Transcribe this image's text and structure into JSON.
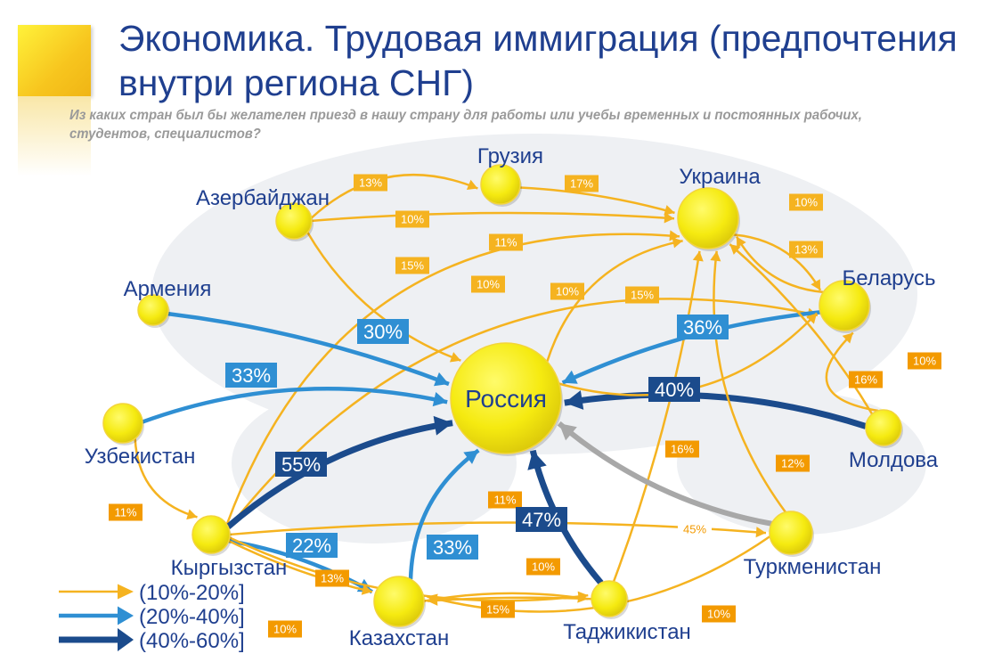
{
  "title": "Экономика. Трудовая иммиграция (предпочтения внутри региона СНГ)",
  "subtitle": "Из каких стран был бы желателен приезд в нашу страну для работы или учебы временных и постоянных рабочих, студентов, специалистов?",
  "colors": {
    "tier1": "#f5b320",
    "tier1_label": "#f39a00",
    "tier2": "#2f8fd3",
    "tier3": "#1b4b8c",
    "gray": "#a8a8a8",
    "text": "#1f3f8f"
  },
  "countries": [
    {
      "id": "georgia",
      "name": "Грузия"
    },
    {
      "id": "ukraine",
      "name": "Украина"
    },
    {
      "id": "azerbaijan",
      "name": "Азербайджан"
    },
    {
      "id": "armenia",
      "name": "Армения"
    },
    {
      "id": "belarus",
      "name": "Беларусь"
    },
    {
      "id": "russia",
      "name": "Россия"
    },
    {
      "id": "uzbekistan",
      "name": "Узбекистан"
    },
    {
      "id": "moldova",
      "name": "Молдова"
    },
    {
      "id": "kyrgyzstan",
      "name": "Кыргызстан"
    },
    {
      "id": "turkmenistan",
      "name": "Туркменистан"
    },
    {
      "id": "kazakhstan",
      "name": "Казахстан"
    },
    {
      "id": "tajikistan",
      "name": "Таджикистан"
    }
  ],
  "flows": [
    {
      "from": "azerbaijan",
      "to": "georgia",
      "value": "13%",
      "tier": 1
    },
    {
      "from": "georgia",
      "to": "ukraine",
      "value": "17%",
      "tier": 1
    },
    {
      "from": "azerbaijan",
      "to": "ukraine",
      "value": "10%",
      "tier": 1
    },
    {
      "from": "ukraine",
      "to": "belarus",
      "value": "10%",
      "tier": 1
    },
    {
      "from": "belarus",
      "to": "ukraine",
      "value": "13%",
      "tier": 1
    },
    {
      "from": "kyrgyzstan",
      "to": "belarus",
      "value": "11%",
      "tier": 1
    },
    {
      "from": "azerbaijan",
      "to": "russia",
      "value": "15%",
      "tier": 1
    },
    {
      "from": "kyrgyzstan",
      "to": "ukraine",
      "value": "10%",
      "tier": 1
    },
    {
      "from": "russia",
      "to": "ukraine",
      "value": "10%",
      "tier": 1
    },
    {
      "from": "tajikistan",
      "to": "ukraine",
      "value": "15%",
      "tier": 1
    },
    {
      "from": "armenia",
      "to": "russia",
      "value": "30%",
      "tier": 2
    },
    {
      "from": "belarus",
      "to": "russia",
      "value": "36%",
      "tier": 2
    },
    {
      "from": "uzbekistan",
      "to": "russia",
      "value": "33%",
      "tier": 2
    },
    {
      "from": "moldova",
      "to": "russia",
      "value": "40%",
      "tier": 3
    },
    {
      "from": "moldova",
      "to": "belarus",
      "value": "10%",
      "tier": 1
    },
    {
      "from": "moldova",
      "to": "ukraine",
      "value": "16%",
      "tier": 1
    },
    {
      "from": "russia",
      "to": "belarus",
      "value": "16%",
      "tier": 1
    },
    {
      "from": "kyrgyzstan",
      "to": "russia",
      "value": "55%",
      "tier": 3
    },
    {
      "from": "turkmenistan",
      "to": "ukraine",
      "value": "12%",
      "tier": 1
    },
    {
      "from": "uzbekistan",
      "to": "kyrgyzstan",
      "value": "11%",
      "tier": 1
    },
    {
      "from": "kyrgyzstan",
      "to": "turkmenistan",
      "value": "11%",
      "tier": 1
    },
    {
      "from": "tajikistan",
      "to": "russia",
      "value": "47%",
      "tier": 3
    },
    {
      "from": "turkmenistan",
      "to": "russia",
      "value": "45%",
      "tier": 0
    },
    {
      "from": "kyrgyzstan",
      "to": "kazakhstan",
      "value": "22%",
      "tier": 2
    },
    {
      "from": "kazakhstan",
      "to": "russia",
      "value": "33%",
      "tier": 2
    },
    {
      "from": "kyrgyzstan",
      "to": "kazakhstan",
      "value": "13%",
      "tier": 1
    },
    {
      "from": "kazakhstan",
      "to": "tajikistan",
      "value": "10%",
      "tier": 1
    },
    {
      "from": "tajikistan",
      "to": "kazakhstan",
      "value": "15%",
      "tier": 1
    },
    {
      "from": "kyrgyzstan",
      "to": "tajikistan",
      "value": "10%",
      "tier": 1
    },
    {
      "from": "turkmenistan",
      "to": "kazakhstan",
      "value": "10%",
      "tier": 1
    }
  ],
  "legend": [
    {
      "label": "(10%-20%]",
      "tier": 1
    },
    {
      "label": "(20%-40%]",
      "tier": 2
    },
    {
      "label": "(40%-60%]",
      "tier": 3
    }
  ]
}
